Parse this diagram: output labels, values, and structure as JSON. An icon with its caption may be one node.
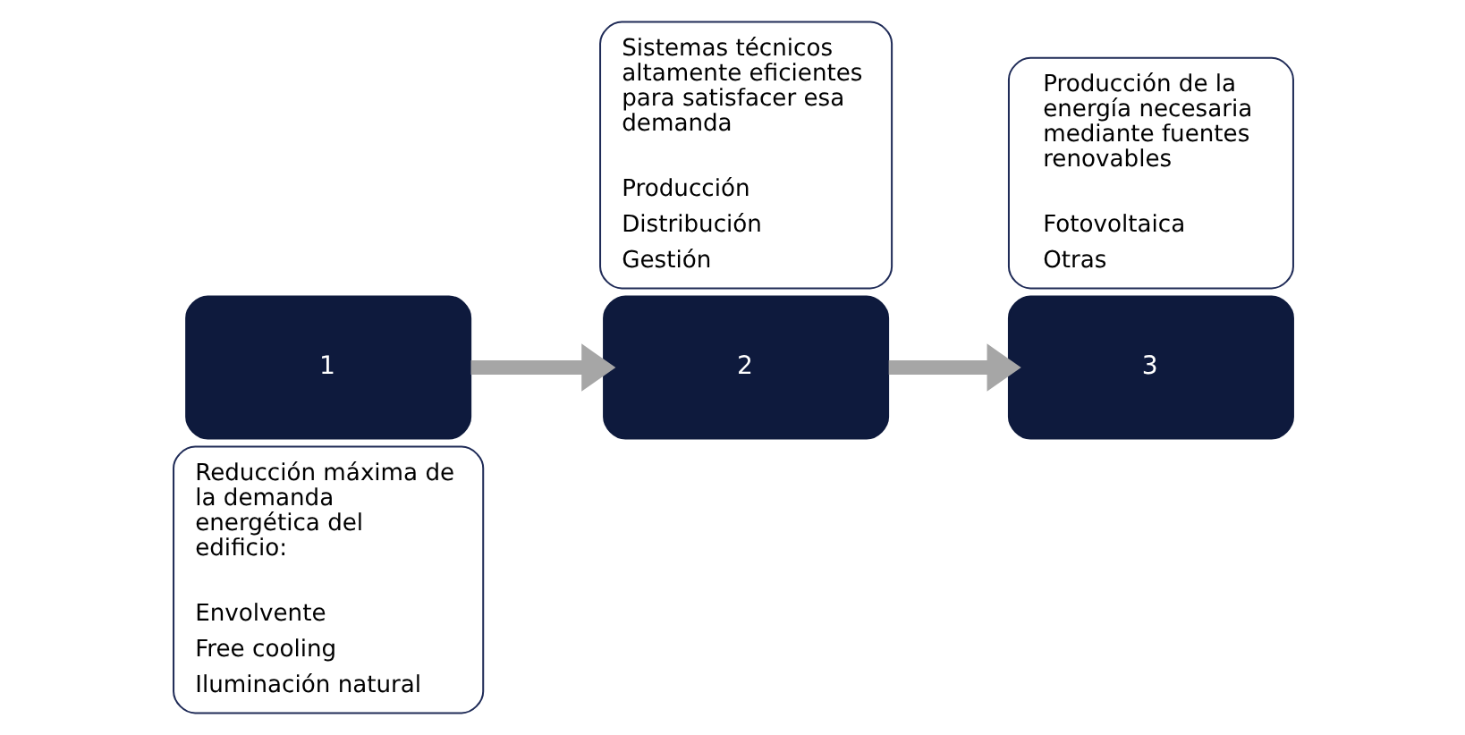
{
  "diagram": {
    "nodes": [
      {
        "text": [
          "1"
        ]
      },
      {
        "text": [
          "Reducción máxima de la demanda energética del edificio:",
          "Envolvente",
          "Free cooling",
          "Iluminación natural"
        ]
      },
      {
        "text": [
          "2"
        ]
      },
      {
        "text": [
          "Sistemas técnicos altamente eficientes para satisfacer esa demanda",
          "Producción",
          "Distribución",
          "Gestión"
        ]
      },
      {
        "text": [
          "3"
        ]
      },
      {
        "text": [
          "Producción de la energía necesaria mediante fuentes renovables",
          "Fotovoltaica",
          "Otras"
        ]
      }
    ],
    "edges": [
      {
        "from": 0,
        "to": 2,
        "arrow": "to"
      },
      {
        "from": 2,
        "to": 4,
        "arrow": "to"
      }
    ]
  }
}
